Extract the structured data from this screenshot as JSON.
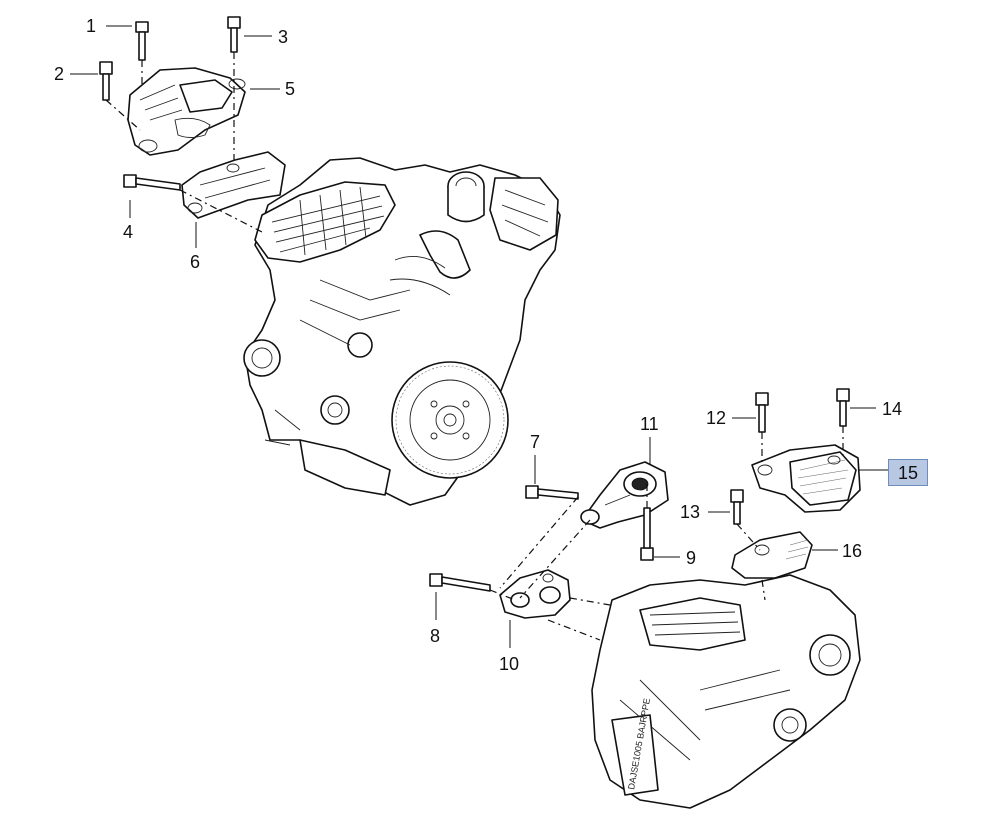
{
  "callouts": [
    {
      "id": "1",
      "label": "1",
      "highlight": false
    },
    {
      "id": "2",
      "label": "2",
      "highlight": false
    },
    {
      "id": "3",
      "label": "3",
      "highlight": false
    },
    {
      "id": "4",
      "label": "4",
      "highlight": false
    },
    {
      "id": "5",
      "label": "5",
      "highlight": false
    },
    {
      "id": "6",
      "label": "6",
      "highlight": false
    },
    {
      "id": "7",
      "label": "7",
      "highlight": false
    },
    {
      "id": "8",
      "label": "8",
      "highlight": false
    },
    {
      "id": "9",
      "label": "9",
      "highlight": false
    },
    {
      "id": "10",
      "label": "10",
      "highlight": false
    },
    {
      "id": "11",
      "label": "11",
      "highlight": false
    },
    {
      "id": "12",
      "label": "12",
      "highlight": false
    },
    {
      "id": "13",
      "label": "13",
      "highlight": false
    },
    {
      "id": "14",
      "label": "14",
      "highlight": false
    },
    {
      "id": "15",
      "label": "15",
      "highlight": true
    },
    {
      "id": "16",
      "label": "16",
      "highlight": false
    }
  ],
  "colors": {
    "line": "#111111",
    "highlight_fill": "#b8c8e2",
    "highlight_border": "#6f8cbf",
    "background": "#ffffff"
  },
  "transmission_stamp": "DAJSE1005 BAJRPPE"
}
